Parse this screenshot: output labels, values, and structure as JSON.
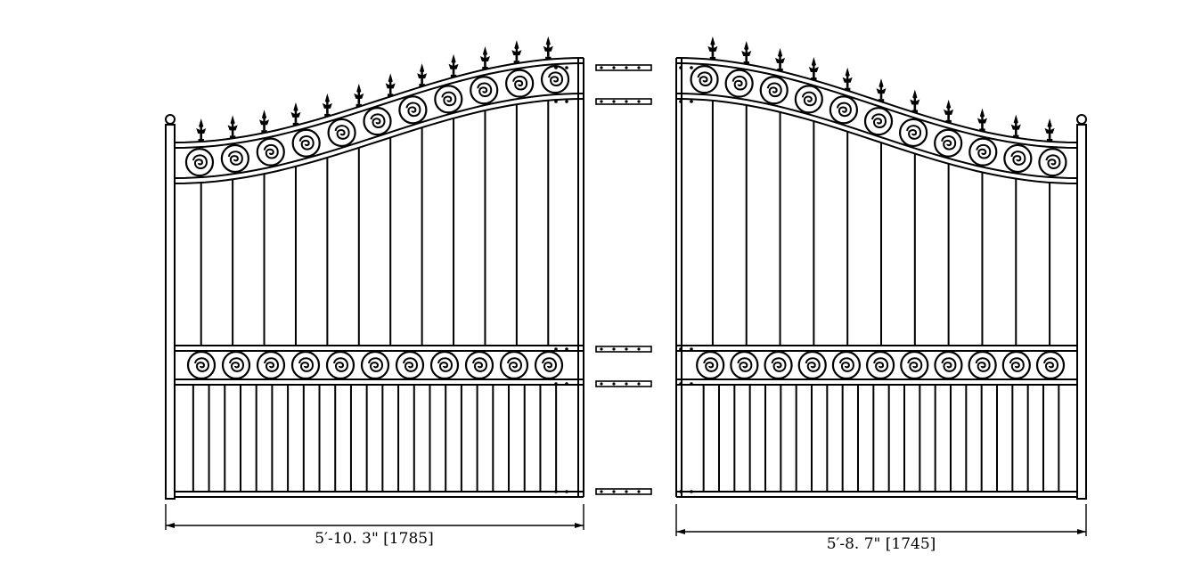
{
  "drawing": {
    "left_gate": {
      "width_label": "5′-10. 3\"  [1785]",
      "pickets": 12,
      "upper_scrolls": 11,
      "lower_scrolls": 11,
      "finials": 12
    },
    "right_gate": {
      "width_label": "5′-8. 7\"  [1745]",
      "pickets": 11,
      "upper_scrolls": 11,
      "lower_scrolls": 11,
      "finials": 11
    },
    "hinge_straps": 5,
    "colors": {
      "line": "#000000",
      "background": "#ffffff"
    }
  }
}
